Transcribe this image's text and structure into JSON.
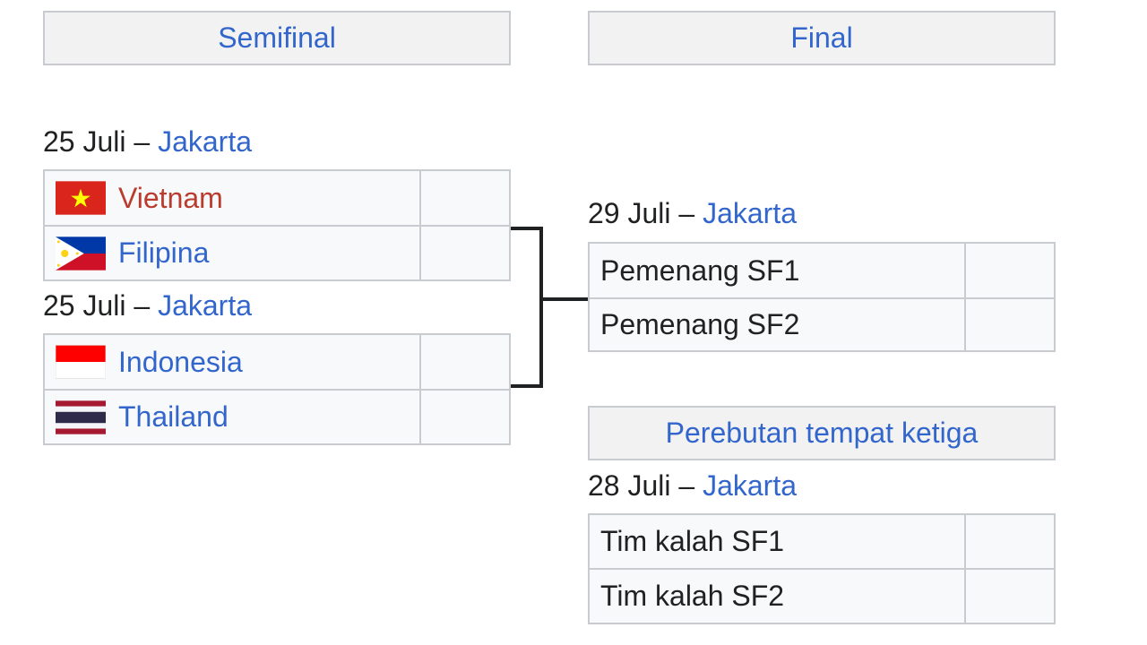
{
  "headers": {
    "semifinal": "Semifinal",
    "final": "Final",
    "third_place": "Perebutan tempat ketiga"
  },
  "semifinal_1": {
    "date": "25 Juli",
    "sep": "–",
    "venue": "Jakarta",
    "team1": {
      "name": "Vietnam",
      "flag": "flag-vietnam-icon",
      "score": ""
    },
    "team2": {
      "name": "Filipina",
      "flag": "flag-philippines-icon",
      "score": ""
    }
  },
  "semifinal_2": {
    "date": "25 Juli",
    "sep": "–",
    "venue": "Jakarta",
    "team1": {
      "name": "Indonesia",
      "flag": "flag-indonesia-icon",
      "score": ""
    },
    "team2": {
      "name": "Thailand",
      "flag": "flag-thailand-icon",
      "score": ""
    }
  },
  "final": {
    "date": "29 Juli",
    "sep": "–",
    "venue": "Jakarta",
    "team1": {
      "name": "Pemenang SF1",
      "score": ""
    },
    "team2": {
      "name": "Pemenang SF2",
      "score": ""
    }
  },
  "third_place": {
    "date": "28 Juli",
    "sep": "–",
    "venue": "Jakarta",
    "team1": {
      "name": "Tim kalah SF1",
      "score": ""
    },
    "team2": {
      "name": "Tim kalah SF2",
      "score": ""
    }
  },
  "colors": {
    "link": "#3366cc",
    "redlink": "#ba3c2f",
    "border": "#c8ccd1",
    "header_bg": "#f2f2f2",
    "cell_bg": "#f8f9fa"
  }
}
